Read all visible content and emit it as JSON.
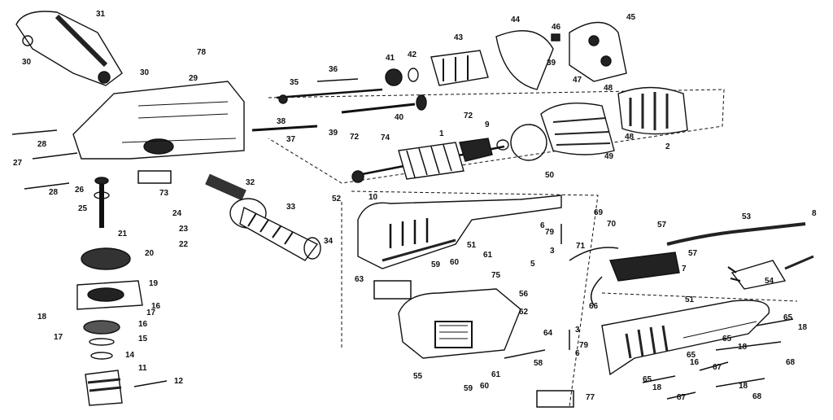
{
  "diagram": {
    "callouts": [
      "31",
      "30",
      "30",
      "78",
      "29",
      "36",
      "35",
      "41",
      "42",
      "43",
      "44",
      "46",
      "39",
      "45",
      "47",
      "48",
      "72",
      "40",
      "38",
      "39",
      "72",
      "37",
      "9",
      "1",
      "74",
      "50",
      "49",
      "48",
      "2",
      "28",
      "27",
      "28",
      "73",
      "26",
      "25",
      "32",
      "33",
      "34",
      "24",
      "23",
      "22",
      "52",
      "69",
      "70",
      "6",
      "79",
      "71",
      "57",
      "53",
      "8",
      "57",
      "51",
      "21",
      "20",
      "19",
      "18",
      "17",
      "16",
      "16",
      "17",
      "15",
      "14",
      "11",
      "12",
      "59",
      "60",
      "61",
      "63",
      "75",
      "5",
      "3",
      "7",
      "54",
      "56",
      "62",
      "66",
      "64",
      "3",
      "79",
      "6",
      "51",
      "65",
      "18",
      "65",
      "18",
      "68",
      "65",
      "67",
      "55",
      "58",
      "61",
      "60",
      "59",
      "16",
      "65",
      "18",
      "87",
      "18",
      "68",
      "77",
      "10"
    ]
  }
}
